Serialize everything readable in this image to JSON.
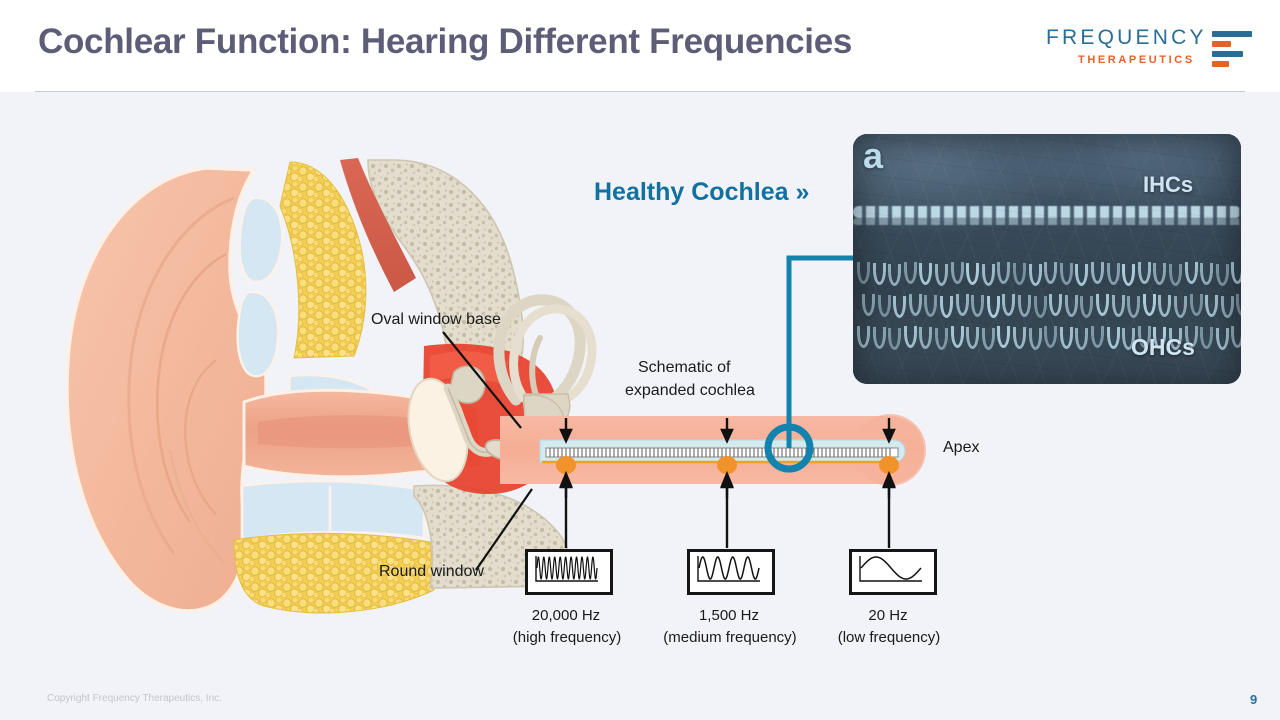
{
  "slide": {
    "title": "Cochlear Function: Hearing Different Frequencies",
    "background_color": "#f1f3f8",
    "title_color": "#5d5d78"
  },
  "logo": {
    "wordmark": "FREQUENCY",
    "tagline": "THERAPEUTICS",
    "brand_blue": "#2a6e95",
    "brand_orange": "#e2622a"
  },
  "footer": {
    "copyright": "Copyright Frequency Therapeutics, Inc.",
    "page_number": "9"
  },
  "content": {
    "healthy_cochlea_link": "Healthy Cochlea »",
    "link_color": "#12719e"
  },
  "micrograph": {
    "panel_letter": "a",
    "label_inner_hair_cells": "IHCs",
    "label_outer_hair_cells": "OHCs"
  },
  "annotations": {
    "oval_window": "Oval window base",
    "round_window": "Round window",
    "schematic_line1": "Schematic of",
    "schematic_line2": "expanded cochlea",
    "apex": "Apex"
  },
  "frequencies": [
    {
      "waveform": "high-frequency-waveform",
      "value": "20,000 Hz",
      "descriptor": "(high frequency)",
      "cycles": 11
    },
    {
      "waveform": "medium-frequency-waveform",
      "value": "1,500 Hz",
      "descriptor": "(medium frequency)",
      "cycles": 4
    },
    {
      "waveform": "low-frequency-waveform",
      "value": "20 Hz",
      "descriptor": "(low frequency)",
      "cycles": 1
    }
  ]
}
